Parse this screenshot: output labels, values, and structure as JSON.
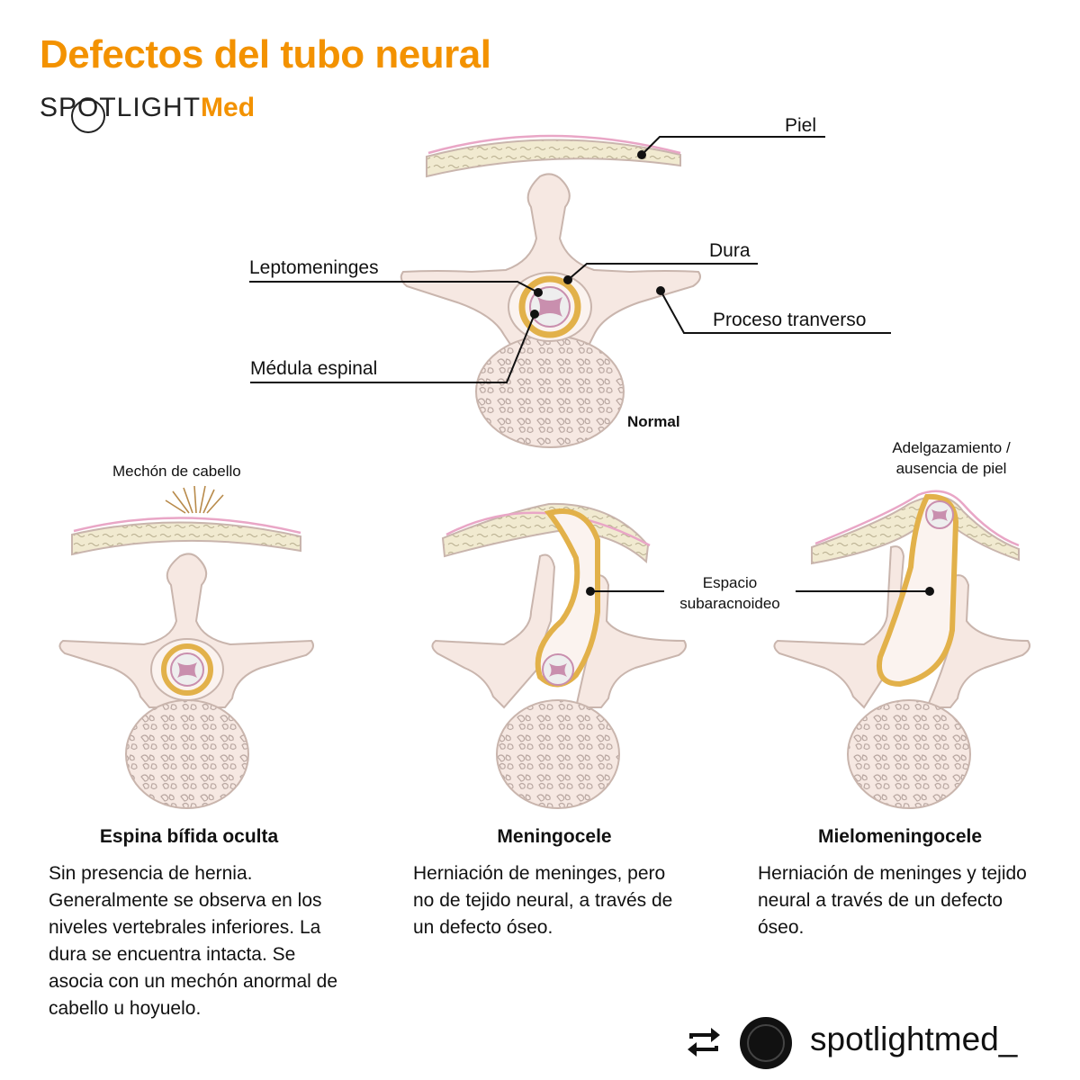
{
  "header": {
    "title": "Defectos del tubo neural",
    "brand_prefix": "SPOTLIGHT",
    "brand_suffix": "Med"
  },
  "normal_diagram": {
    "caption": "Normal",
    "labels": {
      "piel": "Piel",
      "dura": "Dura",
      "leptomeninges": "Leptomeninges",
      "proceso": "Proceso tranverso",
      "medula": "Médula espinal"
    }
  },
  "defect_labels": {
    "mechon": "Mechón de cabello",
    "adelgazamiento_1": "Adelgazamiento /",
    "adelgazamiento_2": "ausencia de piel",
    "espacio_1": "Espacio",
    "espacio_2": "subaracnoideo"
  },
  "columns": [
    {
      "title": "Espina bífida oculta",
      "description": "Sin presencia de hernia. Generalmente se observa en los niveles vertebrales inferiores. La dura se encuentra intacta. Se asocia con un mechón anormal de cabello u hoyuelo."
    },
    {
      "title": "Meningocele",
      "description": "Herniación de meninges, pero no de tejido neural, a través de un defecto óseo."
    },
    {
      "title": "Mielomeningocele",
      "description": "Herniación de meninges y tejido neural a través de un defecto óseo."
    }
  ],
  "footer": {
    "handle": "spotlightmed_",
    "repost_icon": "repost-icon",
    "avatar_icon": "avatar-icon"
  },
  "colors": {
    "accent": "#f39200",
    "bone": "#f6e8e2",
    "bone_outline": "#c9b5ad",
    "dura": "#e2b14a",
    "cord": "#c98fae",
    "skin": "#e9a6c6",
    "fat": "#f1ead0"
  }
}
